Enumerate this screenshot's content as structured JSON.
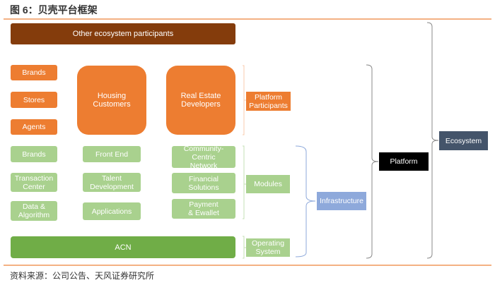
{
  "title": "图 6：贝壳平台框架",
  "source": "资料来源：公司公告、天风证券研究所",
  "top_bar": "Other ecosystem participants",
  "participants": {
    "small": [
      "Brands",
      "Stores",
      "Agents"
    ],
    "large": [
      "Housing Customers",
      "Real Estate Developers"
    ],
    "label": "Platform Participants"
  },
  "modules": {
    "col1": [
      "Brands",
      "Transaction Center",
      "Data & Algorithm"
    ],
    "col2": [
      "Front End",
      "Talent Development",
      "Applications"
    ],
    "col3": [
      "Community-Centric Network",
      "Financial Solutions",
      "Payment & Ewallet"
    ],
    "label": "Modules"
  },
  "operating_system": {
    "bar": "ACN",
    "label": "Operating System"
  },
  "infrastructure": "Infrastructure",
  "platform": "Platform",
  "ecosystem": "Ecosystem",
  "colors": {
    "orange": "#ED7D31",
    "dark_brown": "#843C0C",
    "light_green": "#A9D18E",
    "green": "#70AD47",
    "blue": "#8EA9DB",
    "slate": "#44546A",
    "black": "#000000"
  }
}
